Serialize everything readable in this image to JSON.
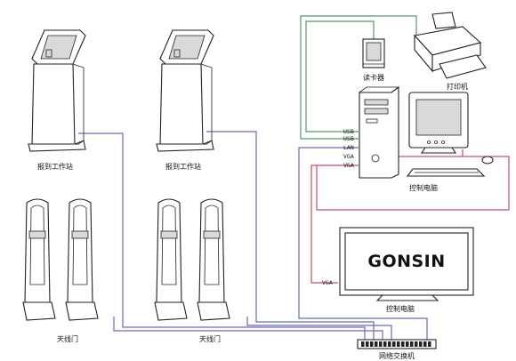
{
  "labels": {
    "kiosk1": "报到工作站",
    "kiosk2": "报到工作站",
    "gate1": "天线门",
    "gate2": "天线门",
    "card_reader": "读卡器",
    "printer": "打印机",
    "pc": "控制电脑",
    "display": "控制电脑",
    "switch": "网络交换机",
    "brand": "GONSIN"
  },
  "ports": {
    "usb1": "USB",
    "usb2": "USB",
    "lan": "LAN",
    "vga1": "VGA",
    "vga2": "VGA",
    "display_vga": "VGA"
  },
  "colors": {
    "usb_cable": "#4f9a6b",
    "network_cable": "#6b6bb8",
    "vga_cable": "#c8506a",
    "device_line": "#222222"
  }
}
